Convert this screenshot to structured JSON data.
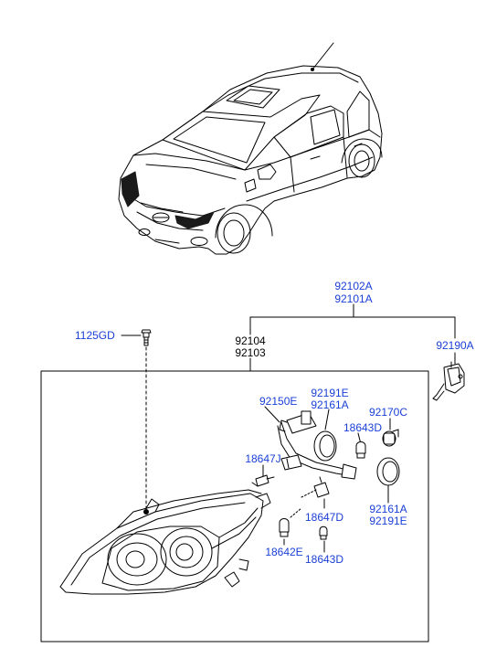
{
  "labels": {
    "assy_1": "92102A",
    "assy_2": "92101A",
    "lamp_1": "92104",
    "lamp_2": "92103",
    "bolt": "1125GD",
    "aim": "92190A",
    "harness": "92150E",
    "cap_top_1": "92191E",
    "cap_top_2": "92161A",
    "socket": "92170C",
    "bulb_small_top": "18643D",
    "bulb_mid": "18647J",
    "bulb_socket": "18647D",
    "cap_bot_1": "92161A",
    "cap_bot_2": "92191E",
    "bulb_bot_left": "18642E",
    "bulb_bot_right": "18643D"
  },
  "colors": {
    "part_link": "#1a3fd6",
    "line": "#000000",
    "shade": "#1a1a1a"
  },
  "icons": [
    "car-illustration",
    "headlamp-assembly",
    "bolt-icon",
    "aiming-actuator-icon",
    "wiring-harness",
    "bulb-icon",
    "socket-icon",
    "dust-cap-icon"
  ]
}
